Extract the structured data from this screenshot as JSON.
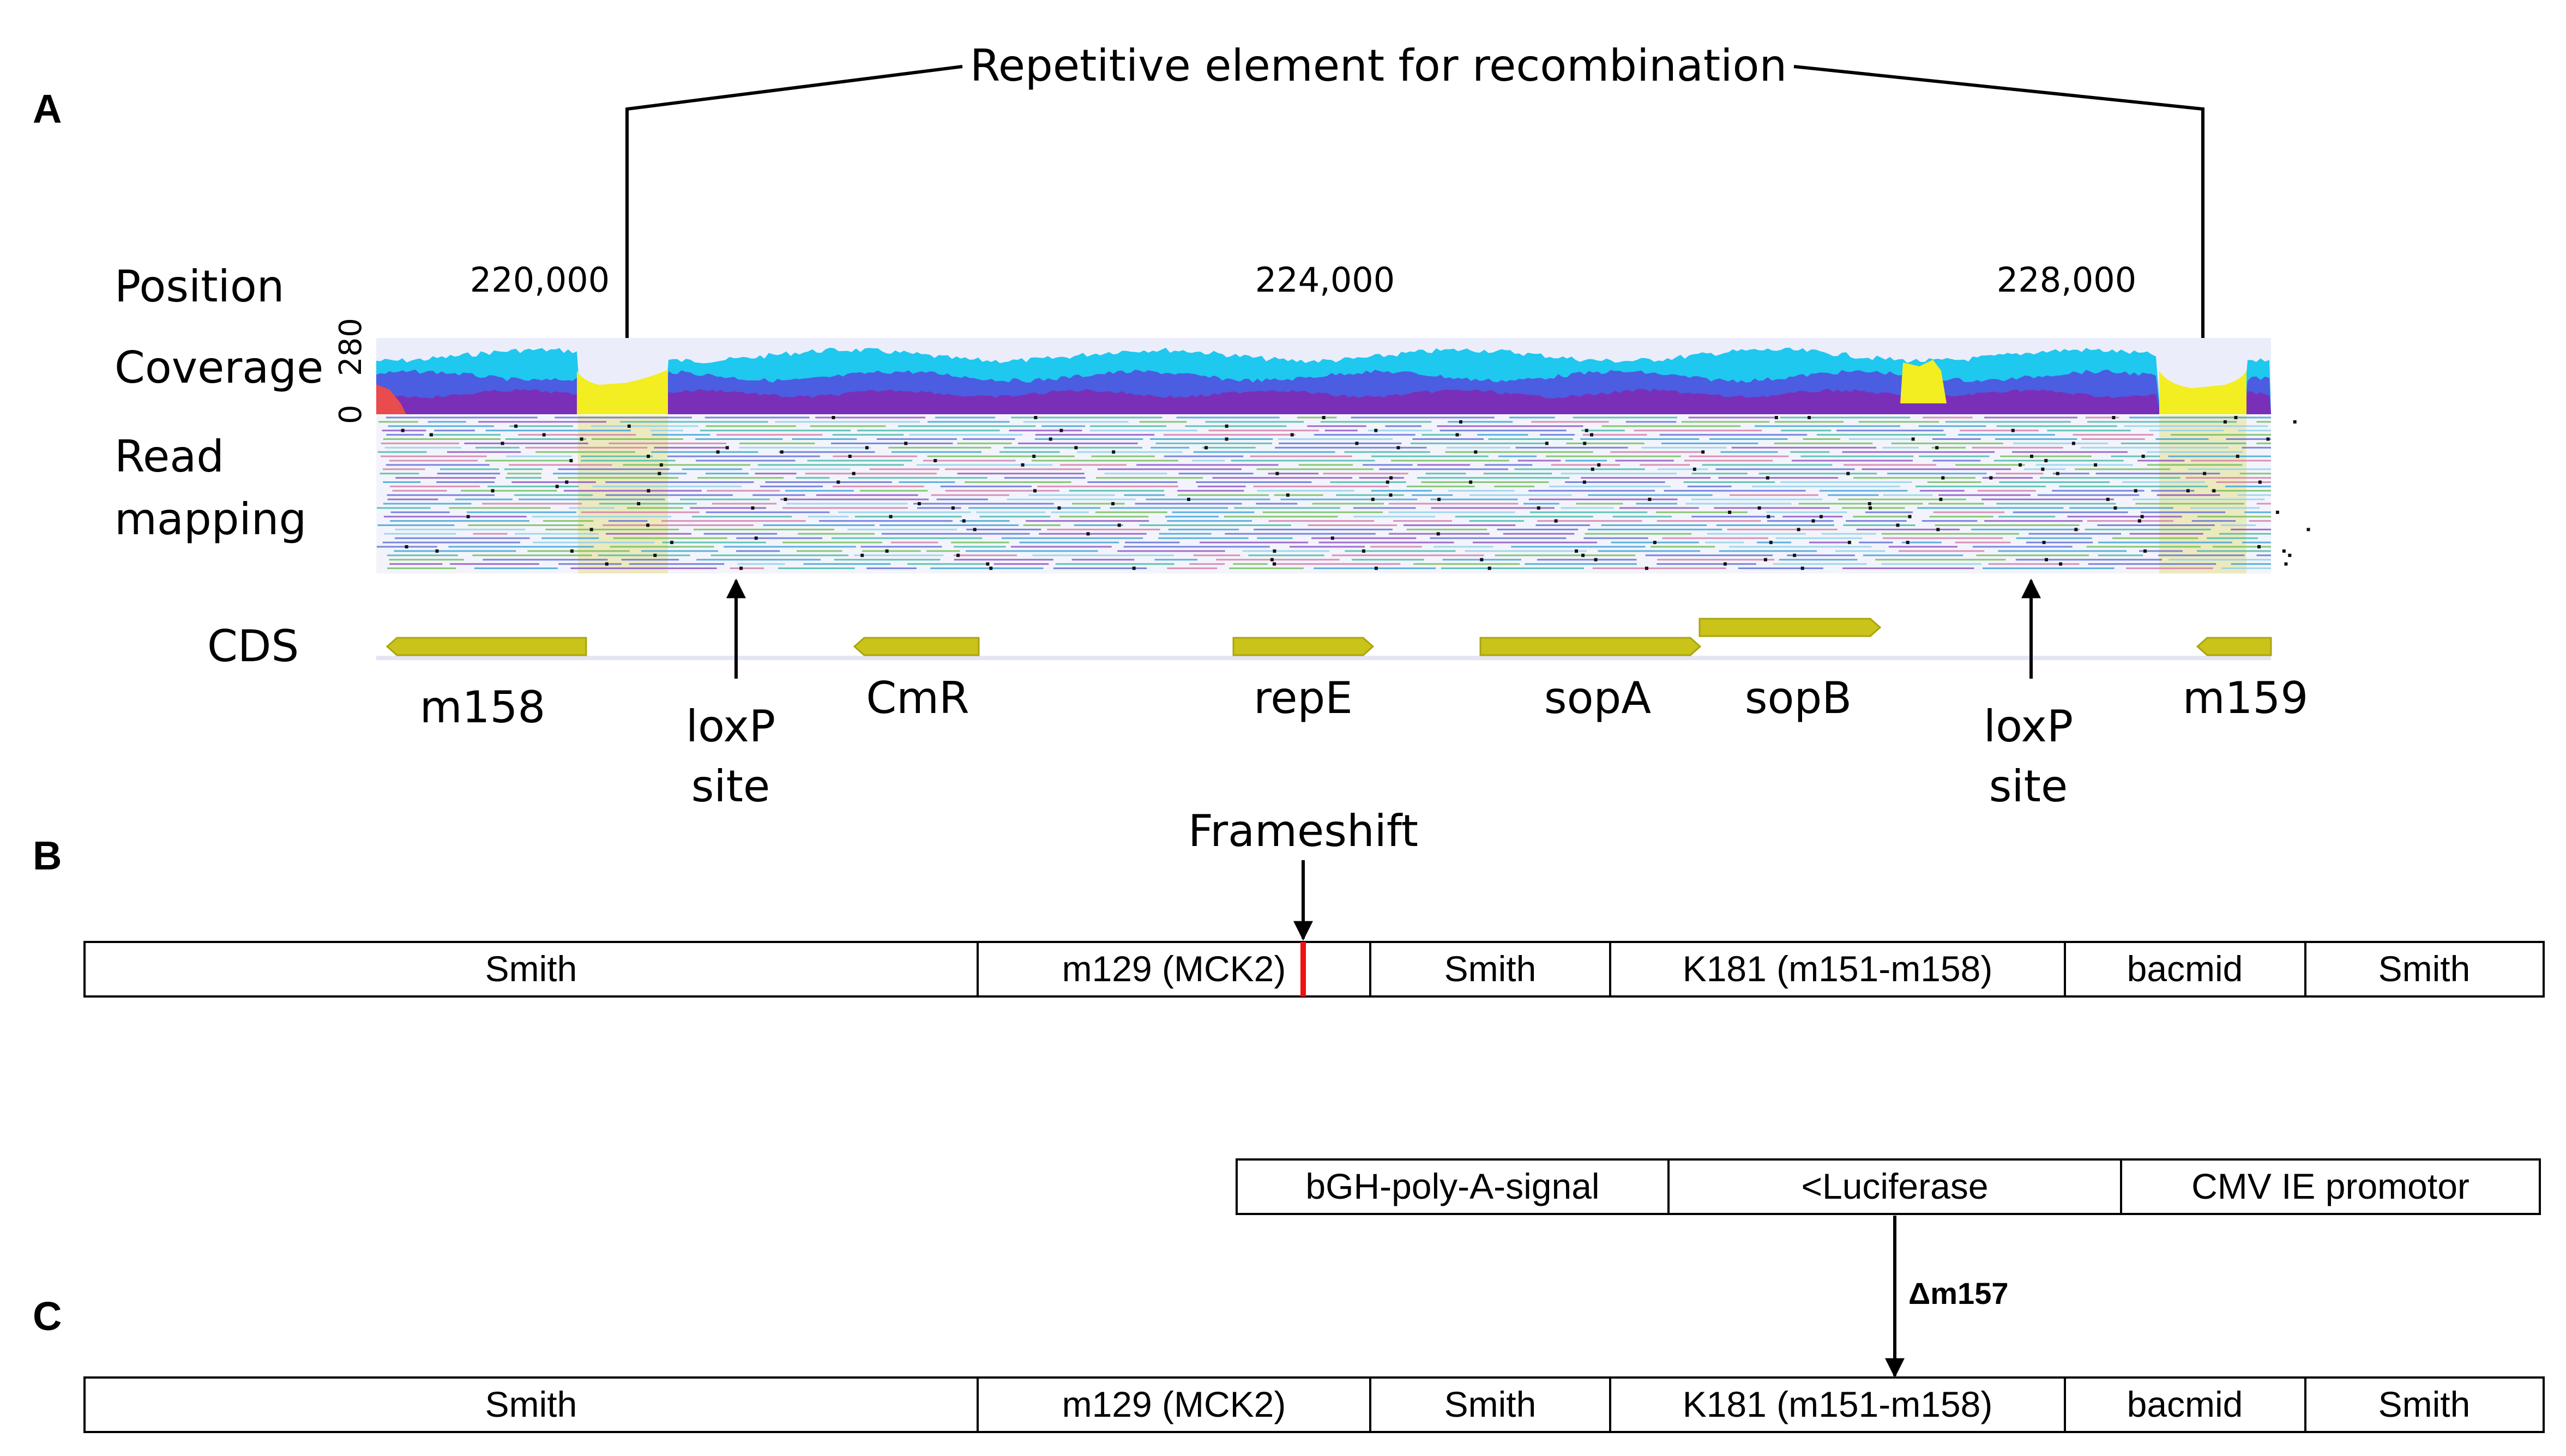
{
  "panels": {
    "a": "A",
    "b": "B",
    "c": "C"
  },
  "panel_a": {
    "callout": "Repetitive element for recombination",
    "row_labels": {
      "position": "Position",
      "coverage": "Coverage",
      "read_mapping_line1": "Read",
      "read_mapping_line2": "mapping",
      "cds": "CDS"
    },
    "coverage_scale": {
      "min": "0",
      "max": "280"
    },
    "positions": [
      "220,000",
      "224,000",
      "228,000"
    ],
    "genes": [
      "m158",
      "CmR",
      "repE",
      "sopA",
      "sopB",
      "m159"
    ],
    "loxp_line1": "loxP",
    "loxp_line2": "site",
    "colors": {
      "coverage_cyan": "#1ec8ee",
      "coverage_blue": "#4b5de0",
      "coverage_purple": "#7a2fb8",
      "repeat_yellow": "#f2ee22",
      "cds_olive": "#c9c31a",
      "band_lavender": "#ecedfb"
    }
  },
  "panel_b": {
    "frameshift": "Frameshift",
    "segments": [
      "Smith",
      "m129 (MCK2)",
      "Smith",
      "K181 (m151-m158)",
      "bacmid",
      "Smith"
    ],
    "frameshift_color": "#ee1111"
  },
  "panel_c": {
    "insert_segments": [
      "bGH-poly-A-signal",
      "<Luciferase",
      "CMV IE promotor"
    ],
    "deletion": "Δm157",
    "segments": [
      "Smith",
      "m129 (MCK2)",
      "Smith",
      "K181 (m151-m158)",
      "bacmid",
      "Smith"
    ]
  }
}
